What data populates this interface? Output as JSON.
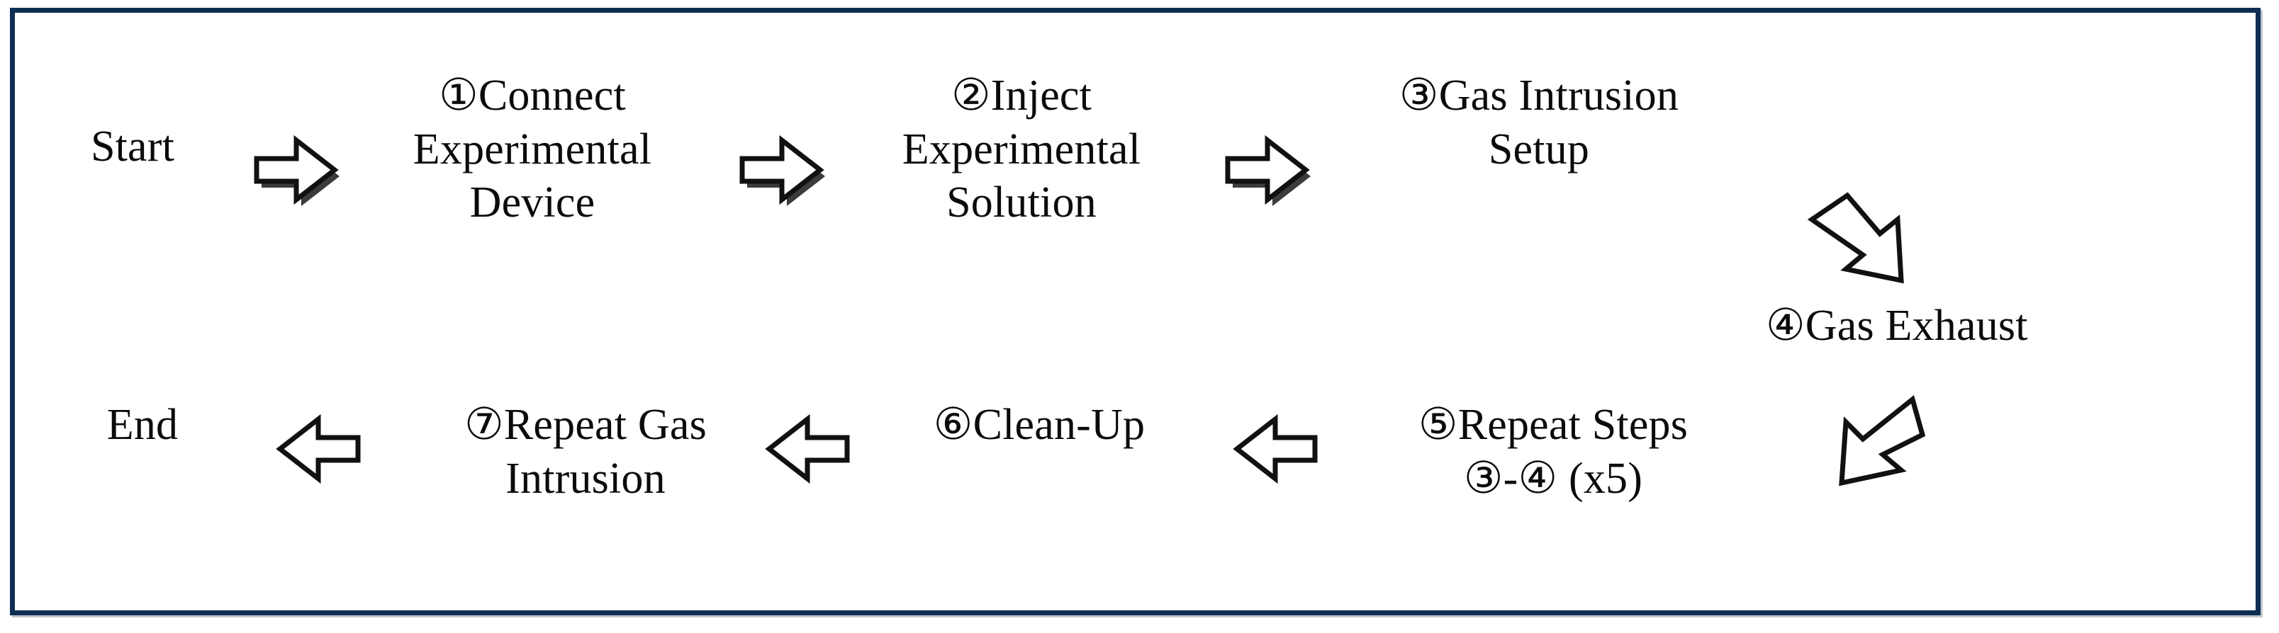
{
  "figure": {
    "type": "flowchart",
    "orientation": "serpentine-two-rows",
    "border_color": "#0d2d52",
    "background_color": "#ffffff",
    "text_color": "#0b0b0b"
  },
  "nodes": {
    "start": {
      "label": "Start"
    },
    "step1": {
      "label": "①Connect\nExperimental\nDevice"
    },
    "step2": {
      "label": "②Inject\nExperimental\nSolution"
    },
    "step3": {
      "label": "③Gas Intrusion\nSetup"
    },
    "step4": {
      "label": "④Gas Exhaust"
    },
    "step5": {
      "label": "⑤Repeat Steps\n③-④ (x5)"
    },
    "step6": {
      "label": "⑥Clean-Up"
    },
    "step7": {
      "label": "⑦Repeat Gas\nIntrusion"
    },
    "end": {
      "label": "End"
    }
  },
  "connectors": [
    {
      "id": "arrow-start-to-step1",
      "direction": "right",
      "icon": "arrow-right-icon"
    },
    {
      "id": "arrow-step1-to-step2",
      "direction": "right",
      "icon": "arrow-right-icon"
    },
    {
      "id": "arrow-step2-to-step3",
      "direction": "right",
      "icon": "arrow-right-icon"
    },
    {
      "id": "arrow-step3-to-step4",
      "direction": "down-right",
      "icon": "arrow-down-right-icon"
    },
    {
      "id": "arrow-step4-to-step5",
      "direction": "down-left",
      "icon": "arrow-down-left-icon"
    },
    {
      "id": "arrow-step5-to-step6",
      "direction": "left",
      "icon": "arrow-left-icon"
    },
    {
      "id": "arrow-step6-to-step7",
      "direction": "left",
      "icon": "arrow-left-icon"
    },
    {
      "id": "arrow-step7-to-end",
      "direction": "left",
      "icon": "arrow-left-icon"
    }
  ],
  "flow_sequence": [
    "Start",
    "①Connect Experimental Device",
    "②Inject Experimental Solution",
    "③Gas Intrusion Setup",
    "④Gas Exhaust",
    "⑤Repeat Steps ③-④ (x5)",
    "⑥Clean-Up",
    "⑦Repeat Gas Intrusion",
    "End"
  ]
}
